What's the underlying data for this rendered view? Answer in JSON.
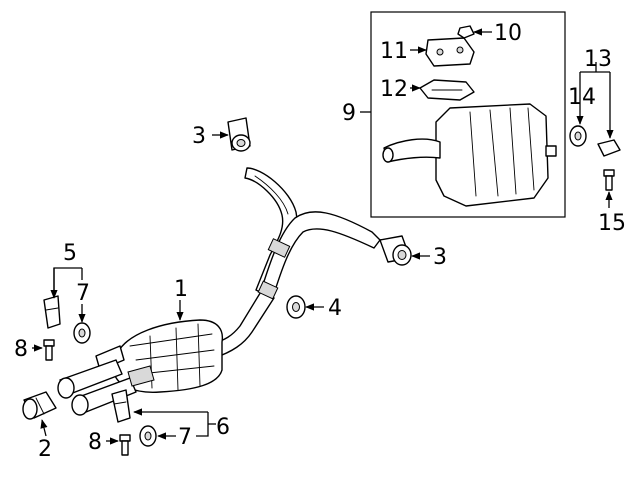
{
  "callouts": {
    "c1": "1",
    "c2": "2",
    "c3a": "3",
    "c3b": "3",
    "c4": "4",
    "c5": "5",
    "c6": "6",
    "c7a": "7",
    "c7b": "7",
    "c8a": "8",
    "c8b": "8",
    "c9": "9",
    "c10": "10",
    "c11": "11",
    "c12": "12",
    "c13": "13",
    "c14": "14",
    "c15": "15"
  },
  "colors": {
    "line": "#000000",
    "background": "#ffffff",
    "shading": "#d9d9d9"
  }
}
